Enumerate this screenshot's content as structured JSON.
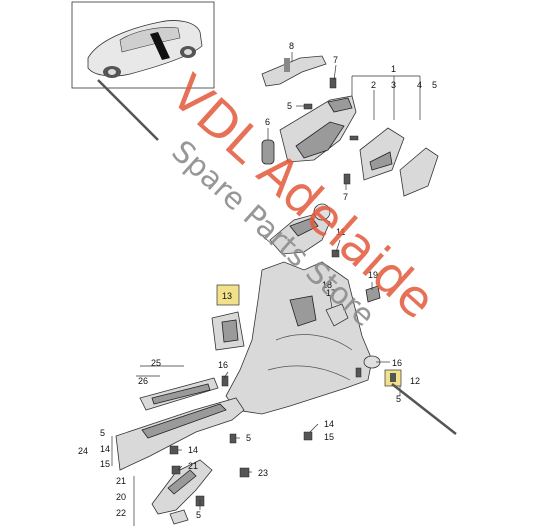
{
  "watermark": {
    "title": "VDL Adelaide",
    "subtitle": "Spare Parts Store"
  },
  "callouts": {
    "c1": "1",
    "c2": "2",
    "c3": "3",
    "c4": "4",
    "c5a": "5",
    "c5b": "5",
    "c5c": "5",
    "c5d": "5",
    "c5e": "5",
    "c5f": "5",
    "c6": "6",
    "c7a": "7",
    "c7b": "7",
    "c8": "8",
    "c11": "11",
    "c12": "12",
    "c13": "13",
    "c14a": "14",
    "c14b": "14",
    "c14c": "14",
    "c15a": "15",
    "c15b": "15",
    "c16a": "16",
    "c16b": "16",
    "c17": "17",
    "c18": "18",
    "c19": "19",
    "c20": "20",
    "c21a": "21",
    "c21b": "21",
    "c22": "22",
    "c23": "23",
    "c24": "24",
    "c25": "25",
    "c26": "26"
  },
  "highlighted": [
    "13",
    "12"
  ],
  "colors": {
    "watermark_red": "#e2583a",
    "watermark_gray": "#8c8c8c",
    "highlight": "#f2e08a"
  }
}
